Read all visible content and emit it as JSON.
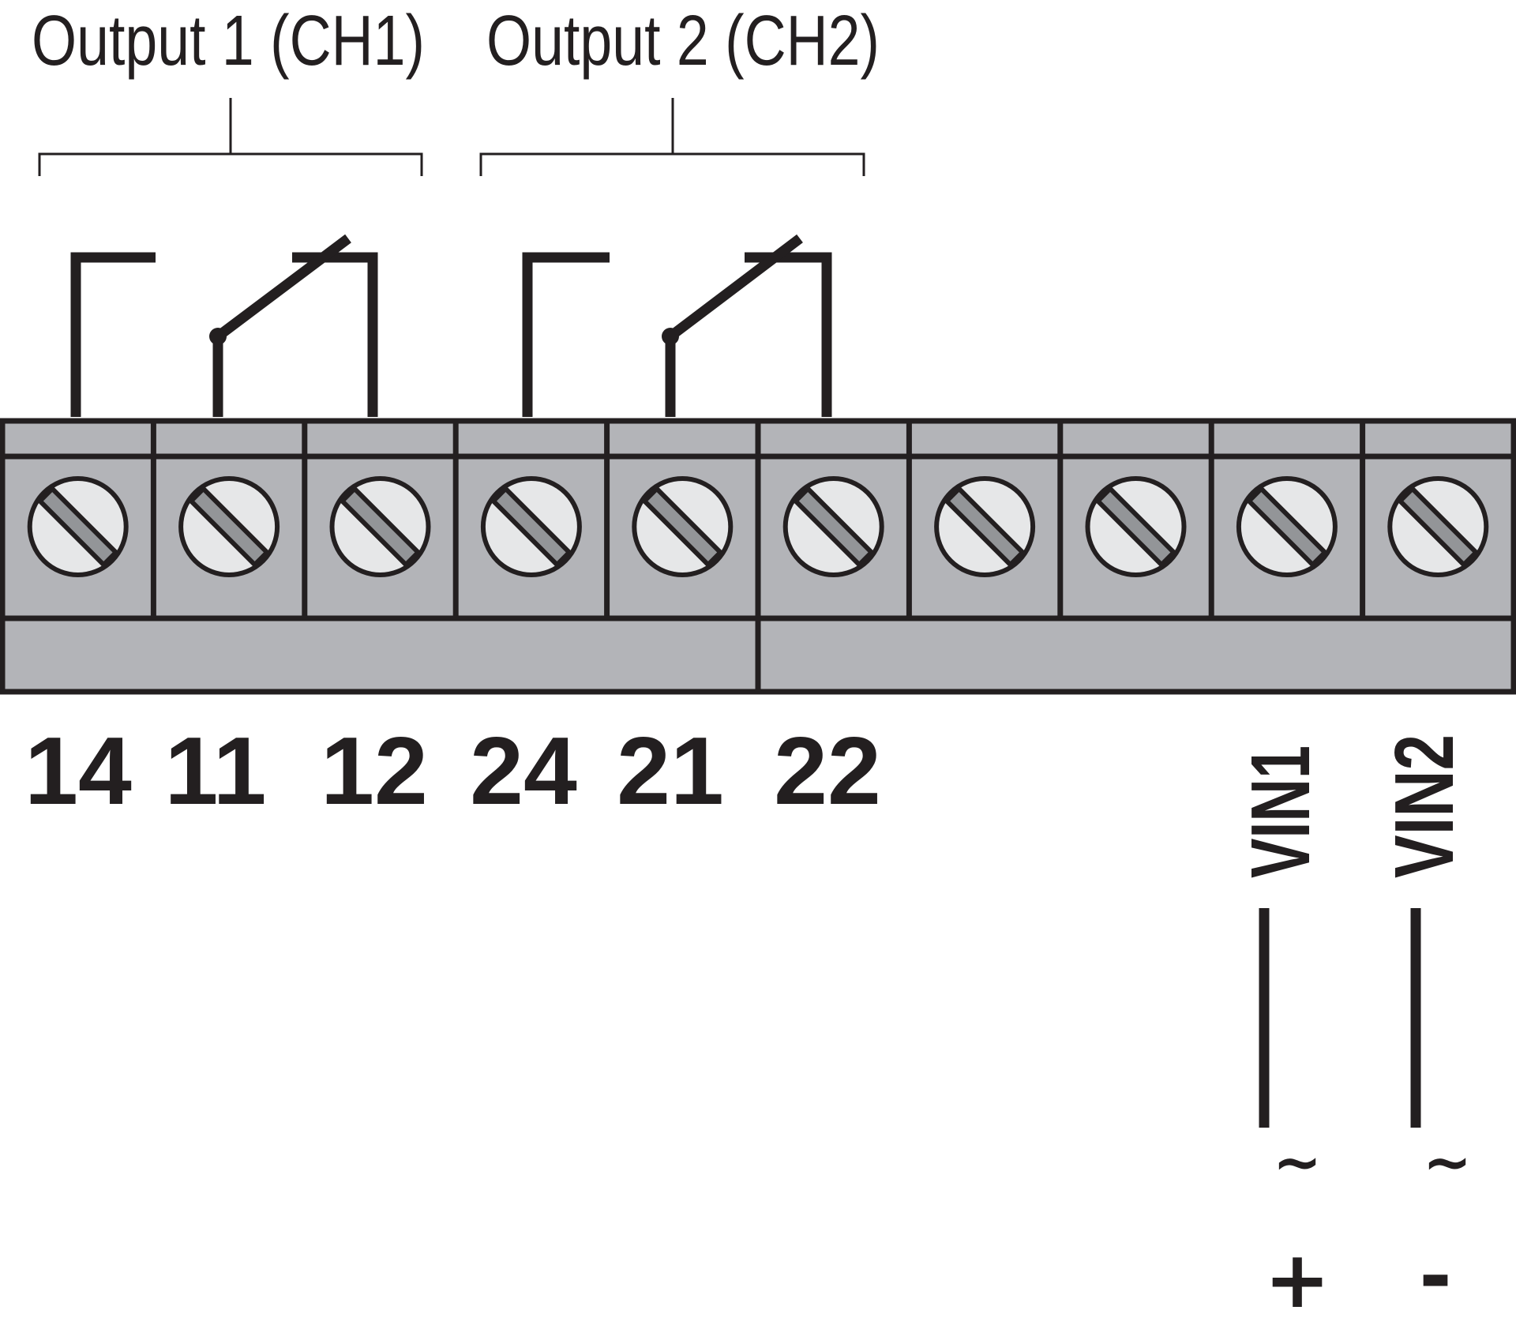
{
  "outputs": [
    {
      "label": "Output 1 (CH1)"
    },
    {
      "label": "Output 2 (CH2)"
    }
  ],
  "terminals": [
    {
      "number": "14"
    },
    {
      "number": "11"
    },
    {
      "number": "12"
    },
    {
      "number": "24"
    },
    {
      "number": "21"
    },
    {
      "number": "22"
    },
    {
      "number": ""
    },
    {
      "number": ""
    },
    {
      "number": ""
    },
    {
      "number": ""
    }
  ],
  "supply": [
    {
      "label": "VIN1",
      "ac_symbol": "~",
      "polarity": "+"
    },
    {
      "label": "VIN2",
      "ac_symbol": "~",
      "polarity": "-"
    }
  ],
  "colors": {
    "line": "#231f20",
    "block": "#b3b4b8",
    "screw_face": "#e6e7e8",
    "screw_slot": "#939598"
  }
}
